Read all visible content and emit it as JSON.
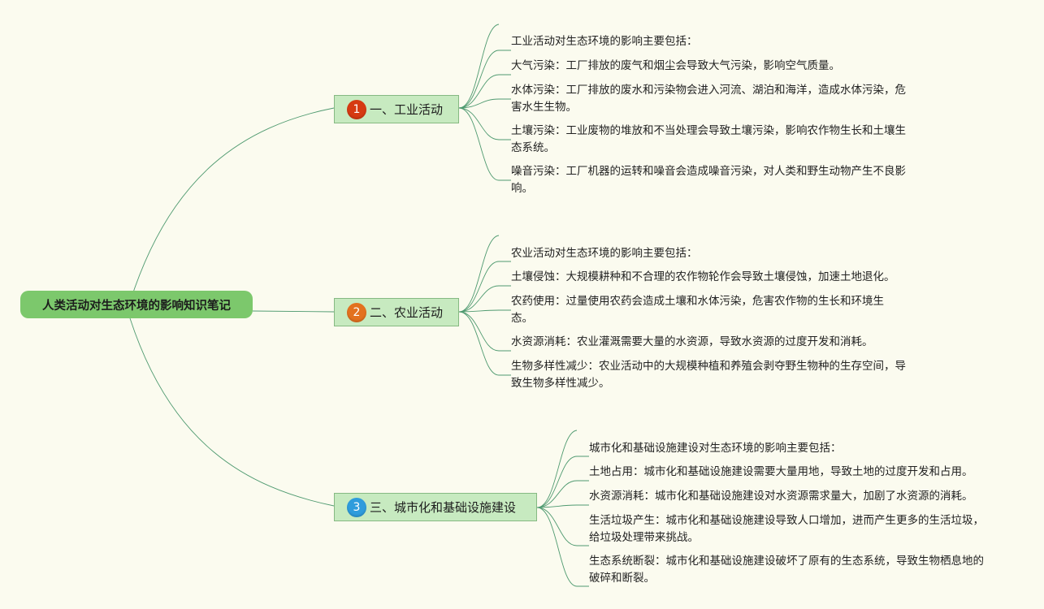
{
  "root": {
    "label": "人类活动对生态环境的影响知识笔记"
  },
  "colors": {
    "background": "#fbfbef",
    "root_fill": "#7cc86c",
    "branch_fill": "#c7eac0",
    "branch_border": "#86b982",
    "line": "#4f9a70",
    "badge_1": "#d63a12",
    "badge_2": "#e3711f",
    "badge_3": "#2e9cdc"
  },
  "branches": [
    {
      "number": "1",
      "label": "一、工业活动",
      "icon": "number-1-badge-icon",
      "notes": [
        "工业活动对生态环境的影响主要包括：",
        "大气污染：工厂排放的废气和烟尘会导致大气污染，影响空气质量。",
        "水体污染：工厂排放的废水和污染物会进入河流、湖泊和海洋，造成水体污染，危害水生生物。",
        "土壤污染：工业废物的堆放和不当处理会导致土壤污染，影响农作物生长和土壤生态系统。",
        "噪音污染：工厂机器的运转和噪音会造成噪音污染，对人类和野生动物产生不良影响。"
      ]
    },
    {
      "number": "2",
      "label": "二、农业活动",
      "icon": "number-2-badge-icon",
      "notes": [
        "农业活动对生态环境的影响主要包括：",
        "土壤侵蚀：大规模耕种和不合理的农作物轮作会导致土壤侵蚀，加速土地退化。",
        "农药使用：过量使用农药会造成土壤和水体污染，危害农作物的生长和环境生态。",
        "水资源消耗：农业灌溉需要大量的水资源，导致水资源的过度开发和消耗。",
        "生物多样性减少：农业活动中的大规模种植和养殖会剥夺野生物种的生存空间，导致生物多样性减少。"
      ]
    },
    {
      "number": "3",
      "label": "三、城市化和基础设施建设",
      "icon": "number-3-badge-icon",
      "notes": [
        "城市化和基础设施建设对生态环境的影响主要包括：",
        "土地占用：城市化和基础设施建设需要大量用地，导致土地的过度开发和占用。",
        "水资源消耗：城市化和基础设施建设对水资源需求量大，加剧了水资源的消耗。",
        "生活垃圾产生：城市化和基础设施建设导致人口增加，进而产生更多的生活垃圾，给垃圾处理带来挑战。",
        "生态系统断裂：城市化和基础设施建设破坏了原有的生态系统，导致生物栖息地的破碎和断裂。"
      ]
    }
  ]
}
